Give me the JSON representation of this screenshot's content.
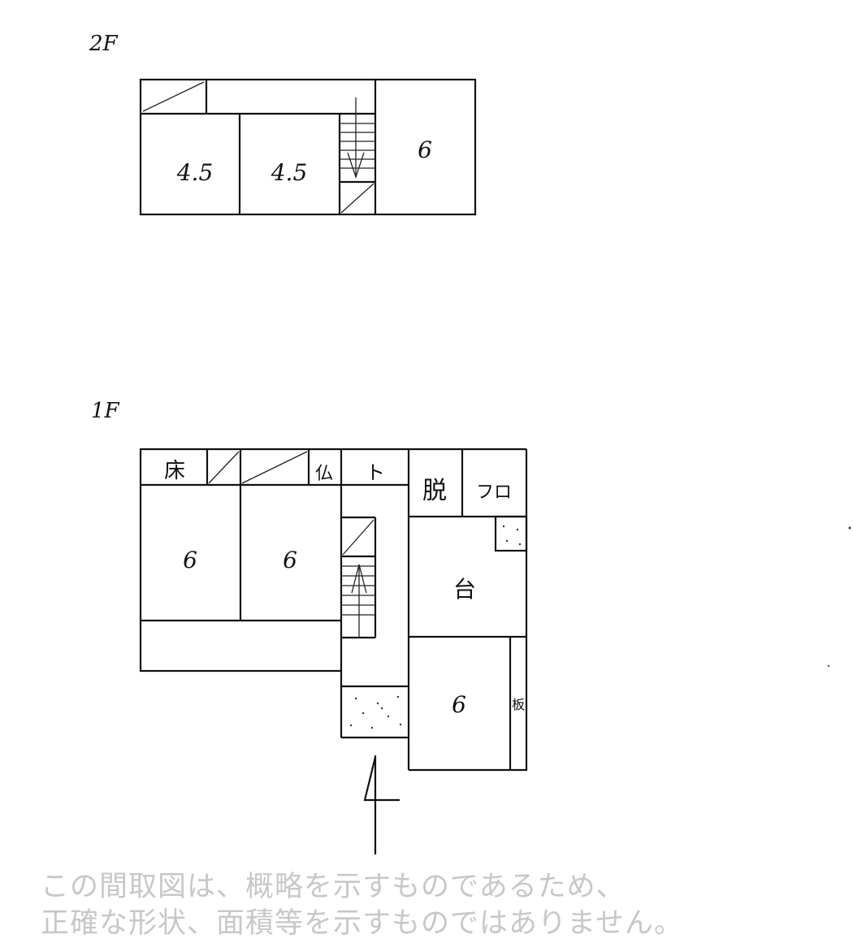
{
  "floors": {
    "second": {
      "label": "2F",
      "rooms": {
        "west_room": "4.5",
        "middle_room": "4.5",
        "east_room": "6"
      }
    },
    "first": {
      "label": "1F",
      "rooms": {
        "alcove_label": "床",
        "butsudan_label": "仏",
        "toilet_label": "ト",
        "changing_room_label": "脱",
        "bath_label": "フロ",
        "kitchen_label": "台",
        "west_room": "6",
        "middle_room": "6",
        "south_room": "6",
        "board_label": "板"
      }
    }
  },
  "notice": {
    "line1": "この間取図は、概略を示すものであるため、",
    "line2": "正確な形状、面積等を示すものではありません。"
  }
}
